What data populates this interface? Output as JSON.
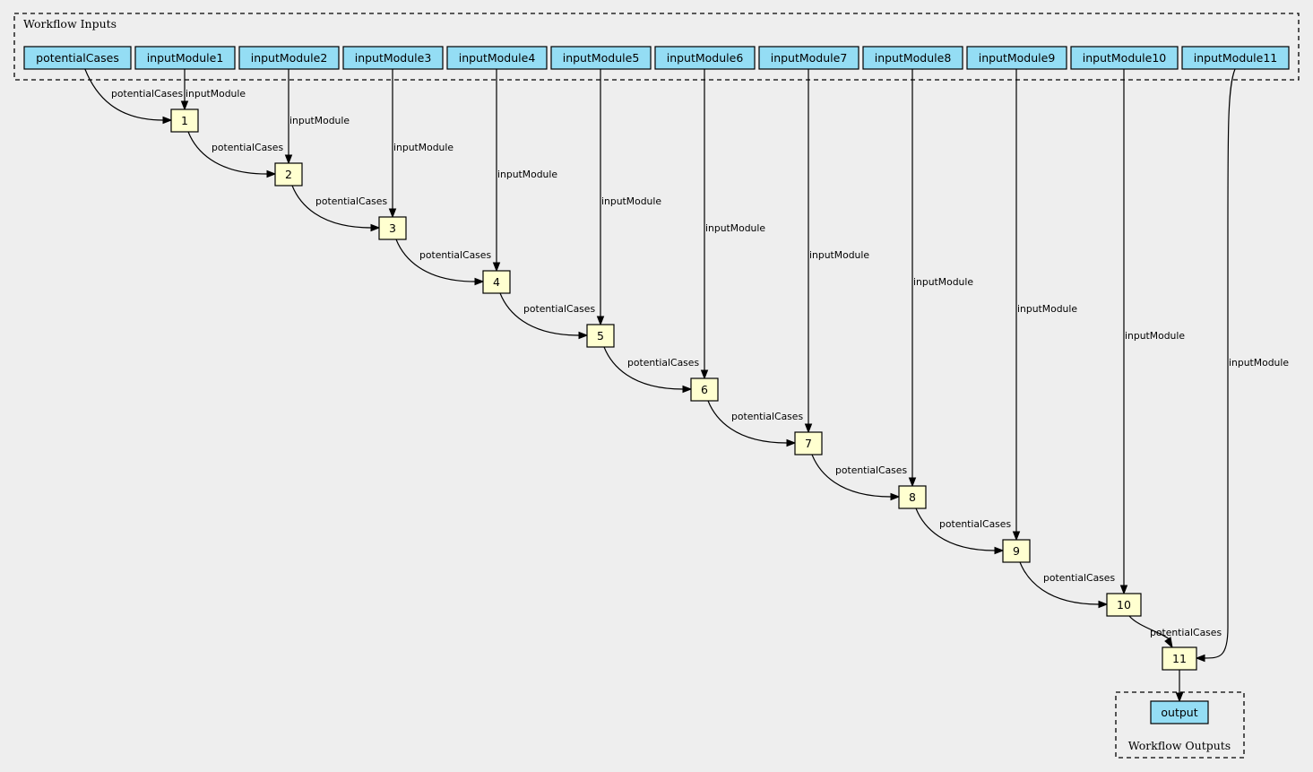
{
  "inputs_cluster": {
    "label": "Workflow Inputs"
  },
  "outputs_cluster": {
    "label": "Workflow Outputs"
  },
  "inputs": [
    "potentialCases",
    "inputModule1",
    "inputModule2",
    "inputModule3",
    "inputModule4",
    "inputModule5",
    "inputModule6",
    "inputModule7",
    "inputModule8",
    "inputModule9",
    "inputModule10",
    "inputModule11"
  ],
  "steps": [
    "1",
    "2",
    "3",
    "4",
    "5",
    "6",
    "7",
    "8",
    "9",
    "10",
    "11"
  ],
  "output": "output",
  "edge_labels": {
    "chain": "potentialCases",
    "module": "inputModule"
  }
}
